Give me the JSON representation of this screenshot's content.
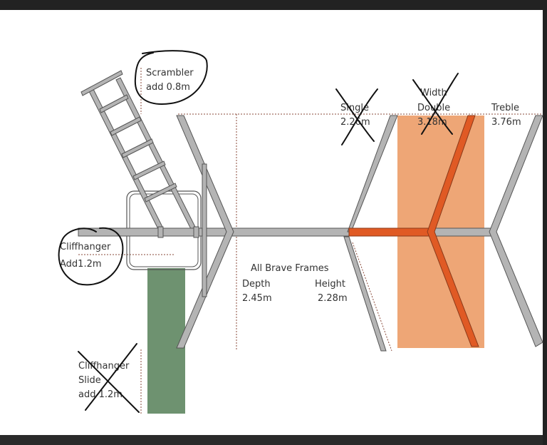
{
  "labels": {
    "scrambler": "Scrambler",
    "scrambler_add": "add 0.8m",
    "cliffhanger": "Cliffhanger",
    "cliffhanger_add": "Add1.2m",
    "slide_1": "Cliffhanger",
    "slide_2": "Slide",
    "slide_3": "add 1.2m",
    "single": "Single",
    "single_val": "2.26m",
    "width": "Width",
    "double": "Double",
    "double_val": "3.18m",
    "treble": "Treble",
    "treble_val": "3.76m",
    "all_frames": "All Brave Frames",
    "depth": "Depth",
    "depth_val": "2.45m",
    "height": "Height",
    "height_val": "2.28m"
  },
  "colors": {
    "frame": "#b4b4b4",
    "frame_stroke": "#555555",
    "double_fill": "#eea676",
    "double_bar": "#e05a24",
    "slide": "#6e9270"
  }
}
